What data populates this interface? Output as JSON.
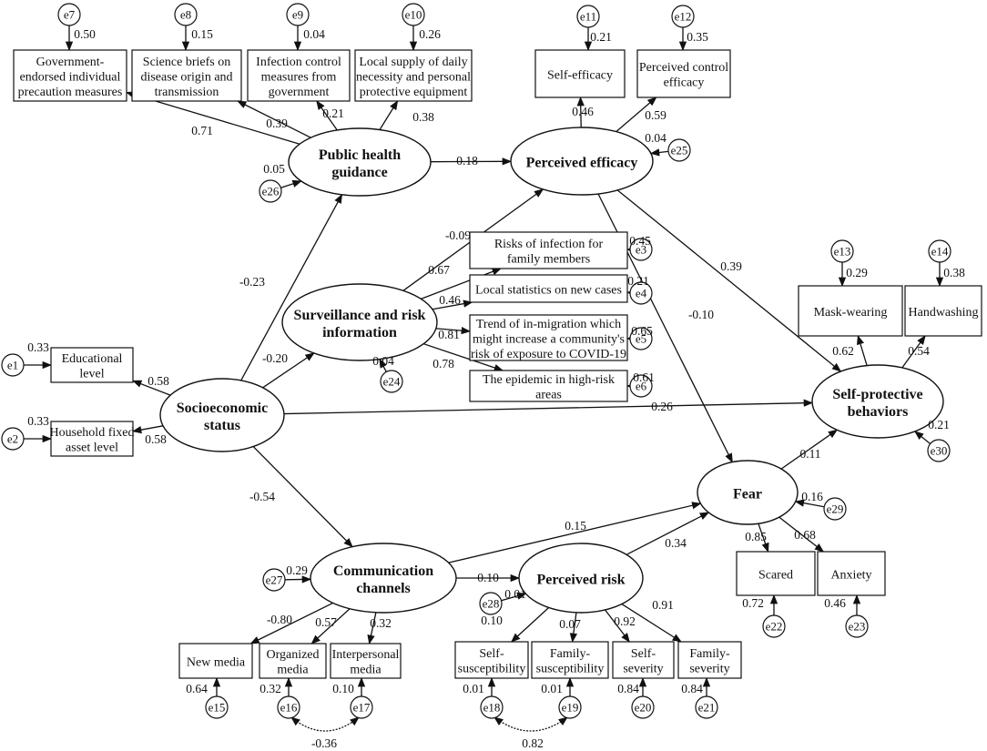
{
  "latent": {
    "public_health_guidance": [
      "Public health",
      "guidance"
    ],
    "perceived_efficacy": [
      "Perceived efficacy"
    ],
    "surveillance": [
      "Surveillance and risk",
      "information"
    ],
    "socioeconomic_status": [
      "Socioeconomic",
      "status"
    ],
    "self_protective": [
      "Self-protective",
      "behaviors"
    ],
    "fear": [
      "Fear"
    ],
    "communication_channels": [
      "Communication",
      "channels"
    ],
    "perceived_risk": [
      "Perceived risk"
    ]
  },
  "observed": {
    "gov_precaution": [
      "Government-",
      "endorsed individual",
      "precaution measures"
    ],
    "science_briefs": [
      "Science briefs on",
      "disease origin and",
      "transmission"
    ],
    "infection_control": [
      "Infection control",
      "measures from",
      "government"
    ],
    "local_supply": [
      "Local supply of daily",
      "necessity and personal",
      "protective equipment"
    ],
    "self_efficacy": [
      "Self-efficacy"
    ],
    "perceived_control": [
      "Perceived control",
      "efficacy"
    ],
    "risks_family": [
      "Risks of infection for",
      "family members"
    ],
    "local_statistics": [
      "Local statistics on new cases"
    ],
    "trend_migration": [
      "Trend of in-migration which",
      "might increase a community's",
      "risk of exposure to COVID-19"
    ],
    "epidemic_high_risk": [
      "The epidemic in high-risk",
      "areas"
    ],
    "educational_level": [
      "Educational",
      "level"
    ],
    "household_asset": [
      "Household fixed",
      "asset level"
    ],
    "mask_wearing": [
      "Mask-wearing"
    ],
    "handwashing": [
      "Handwashing"
    ],
    "scared": [
      "Scared"
    ],
    "anxiety": [
      "Anxiety"
    ],
    "new_media": [
      "New media"
    ],
    "organized_media": [
      "Organized",
      "media"
    ],
    "interpersonal_media": [
      "Interpersonal",
      "media"
    ],
    "self_susceptibility": [
      "Self-",
      "susceptibility"
    ],
    "family_susceptibility": [
      "Family-",
      "susceptibility"
    ],
    "self_severity": [
      "Self-",
      "severity"
    ],
    "family_severity": [
      "Family-",
      "severity"
    ]
  },
  "errors": {
    "e1": "e1",
    "e2": "e2",
    "e3": "e3",
    "e4": "e4",
    "e5": "e5",
    "e6": "e6",
    "e7": "e7",
    "e8": "e8",
    "e9": "e9",
    "e10": "e10",
    "e11": "e11",
    "e12": "e12",
    "e13": "e13",
    "e14": "e14",
    "e15": "e15",
    "e16": "e16",
    "e17": "e17",
    "e18": "e18",
    "e19": "e19",
    "e20": "e20",
    "e21": "e21",
    "e22": "e22",
    "e23": "e23",
    "e24": "e24",
    "e25": "e25",
    "e26": "e26",
    "e27": "e27",
    "e28": "e28",
    "e29": "e29",
    "e30": "e30"
  },
  "coefficients": {
    "e7_r2": "0.50",
    "e8_r2": "0.15",
    "e9_r2": "0.04",
    "e10_r2": "0.26",
    "e11_r2": "0.21",
    "e12_r2": "0.35",
    "phg_gov": "0.71",
    "phg_sci": "0.39",
    "phg_inf": "0.21",
    "phg_loc": "0.38",
    "pe_selfeff": "0.46",
    "pe_ctrl": "0.59",
    "e25_r2": "0.04",
    "phg_pe": "0.18",
    "e26_r2": "0.05",
    "sri_pe": "-0.09",
    "sri_risks": "0.67",
    "sri_local": "0.46",
    "sri_trend": "0.81",
    "sri_epid": "0.78",
    "e3_r2": "0.45",
    "e4_r2": "0.21",
    "e5_r2": "0.65",
    "e6_r2": "0.61",
    "e24_r2": "0.04",
    "ses_phg": "-0.23",
    "ses_sri": "-0.20",
    "ses_spb": "0.26",
    "ses_cc": "-0.54",
    "ses_edu": "0.58",
    "ses_hh": "0.58",
    "e1_r2": "0.33",
    "e2_r2": "0.33",
    "pe_spb": "0.39",
    "pe_fear": "-0.10",
    "e13_r2": "0.29",
    "e14_r2": "0.38",
    "spb_mask": "0.62",
    "spb_hand": "0.54",
    "e30_r2": "0.21",
    "fear_spb": "0.11",
    "e29_r2": "0.16",
    "fear_scared": "0.85",
    "fear_anx": "0.68",
    "e22_r2": "0.72",
    "e23_r2": "0.46",
    "cc_fear": "0.15",
    "pr_fear": "0.34",
    "cc_pr": "0.10",
    "e27_r2": "0.29",
    "e28_r2": "0.01",
    "cc_new": "-0.80",
    "cc_org": "0.57",
    "cc_inter": "0.32",
    "e15_r2": "0.64",
    "e16_r2": "0.32",
    "e17_r2": "0.10",
    "e16_e17_cov": "-0.36",
    "pr_ssus": "0.10",
    "pr_fsus": "0.07",
    "pr_ssev": "0.92",
    "pr_fsev": "0.91",
    "e18_r2": "0.01",
    "e19_r2": "0.01",
    "e20_r2": "0.84",
    "e21_r2": "0.84",
    "e18_e19_cov": "0.82"
  }
}
